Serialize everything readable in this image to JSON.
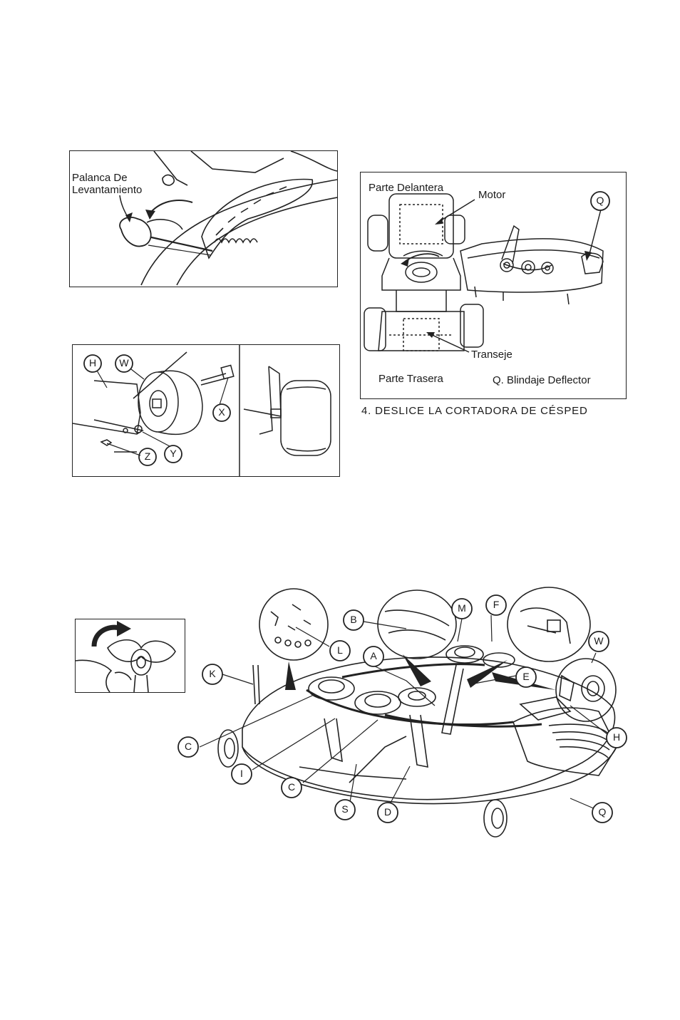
{
  "fig_lift": {
    "lever_label": "Palanca De Levantamiento"
  },
  "fig_wheel": {
    "callouts": {
      "h": "H",
      "w": "W",
      "x": "X",
      "y": "Y",
      "z": "Z"
    }
  },
  "fig_tractor": {
    "front": "Parte Delantera",
    "motor": "Motor",
    "q": "Q",
    "transeje": "Transeje",
    "rear": "Parte Trasera",
    "legend": "Q. Blindaje Deflector"
  },
  "step4": {
    "text": "4.  DESLICE LA CORTADORA DE CÉSPED"
  },
  "fig_deck": {
    "callouts": {
      "b": "B",
      "m": "M",
      "f": "F",
      "w": "W",
      "l": "L",
      "a": "A",
      "k": "K",
      "e": "E",
      "h": "H",
      "c1": "C",
      "i": "I",
      "c2": "C",
      "s": "S",
      "d": "D",
      "q": "Q"
    }
  }
}
